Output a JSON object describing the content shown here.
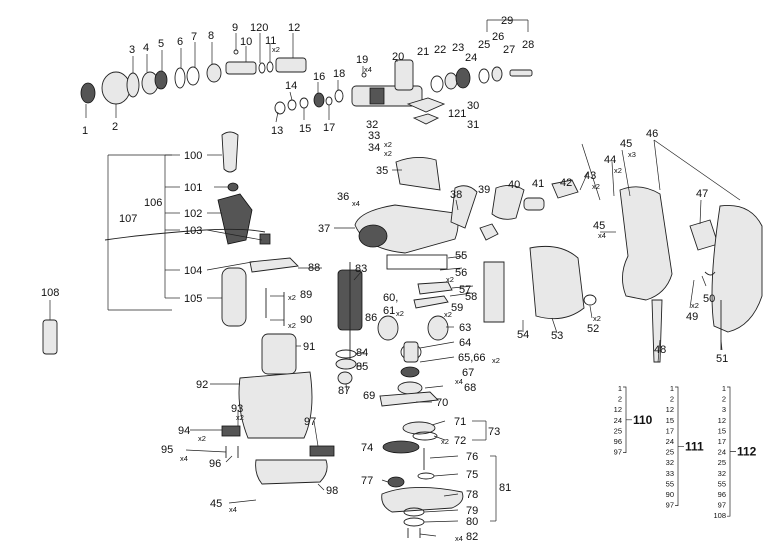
{
  "labels": {
    "p1": "1",
    "p2": "2",
    "p3": "3",
    "p4": "4",
    "p5": "5",
    "p6": "6",
    "p7": "7",
    "p8": "8",
    "p9": "9",
    "p10": "10",
    "p11": "11",
    "p120": "120",
    "p12": "12",
    "p13": "13",
    "p14": "14",
    "p15": "15",
    "p16": "16",
    "p17": "17",
    "p18": "18",
    "p19": "19",
    "p20": "20",
    "p21": "21",
    "p22": "22",
    "p23": "23",
    "p24": "24",
    "p25": "25",
    "p26": "26",
    "p27": "27",
    "p28": "28",
    "p29": "29",
    "p30": "30",
    "p121": "121",
    "p31": "31",
    "p32": "32",
    "p33": "33",
    "p34": "34",
    "p35": "35",
    "p36": "36",
    "p37": "37",
    "p38": "38",
    "p39": "39",
    "p40": "40",
    "p41": "41",
    "p42": "42",
    "p43": "43",
    "p44": "44",
    "p45a": "45",
    "p45b": "45",
    "p45c": "45",
    "p46": "46",
    "p47": "47",
    "p48": "48",
    "p49": "49",
    "p50": "50",
    "p51": "51",
    "p52": "52",
    "p53": "53",
    "p54": "54",
    "p55": "55",
    "p56": "56",
    "p57": "57",
    "p58": "58",
    "p59": "59",
    "p6061": "60,",
    "p61": "61",
    "p63": "63",
    "p64": "64",
    "p6566": "65,66",
    "p67": "67",
    "p68": "68",
    "p69": "69",
    "p70": "70",
    "p71": "71",
    "p72": "72",
    "p73": "73",
    "p74": "74",
    "p75": "75",
    "p76": "76",
    "p77": "77",
    "p78": "78",
    "p79": "79",
    "p80": "80",
    "p81": "81",
    "p82": "82",
    "p83": "83",
    "p84": "84",
    "p85": "85",
    "p86": "86",
    "p87": "87",
    "p88": "88",
    "p89": "89",
    "p90": "90",
    "p91": "91",
    "p92": "92",
    "p93": "93",
    "p94": "94",
    "p95": "95",
    "p96": "96",
    "p97": "97",
    "p98": "98",
    "p100": "100",
    "p101": "101",
    "p102": "102",
    "p103": "103",
    "p104": "104",
    "p105": "105",
    "p106": "106",
    "p107": "107",
    "p108": "108"
  },
  "qty": {
    "q11": "x2",
    "q19": "x4",
    "q33": "x2",
    "q34": "x2",
    "q36": "x4",
    "q43": "x2",
    "q44": "x2",
    "q45": "x3",
    "q45b": "x4",
    "q49": "x2",
    "q52": "x2",
    "q56": "x2",
    "q59": "x2",
    "q61": "x2",
    "q66": "x2",
    "q67": "x4",
    "q72": "x2",
    "q82": "x4",
    "q89": "x2",
    "q90": "x2",
    "q93": "x2",
    "q94": "x2",
    "q95": "x4",
    "q45c": "x4"
  },
  "kits": [
    {
      "name": "110",
      "items": [
        "1",
        "2",
        "12",
        "24",
        "25",
        "96",
        "97"
      ]
    },
    {
      "name": "111",
      "items": [
        "1",
        "2",
        "12",
        "15",
        "17",
        "24",
        "25",
        "32",
        "33",
        "55",
        "90",
        "97"
      ]
    },
    {
      "name": "112",
      "items": [
        "1",
        "2",
        "3",
        "12",
        "15",
        "17",
        "24",
        "25",
        "32",
        "55",
        "96",
        "97",
        "108"
      ]
    }
  ]
}
